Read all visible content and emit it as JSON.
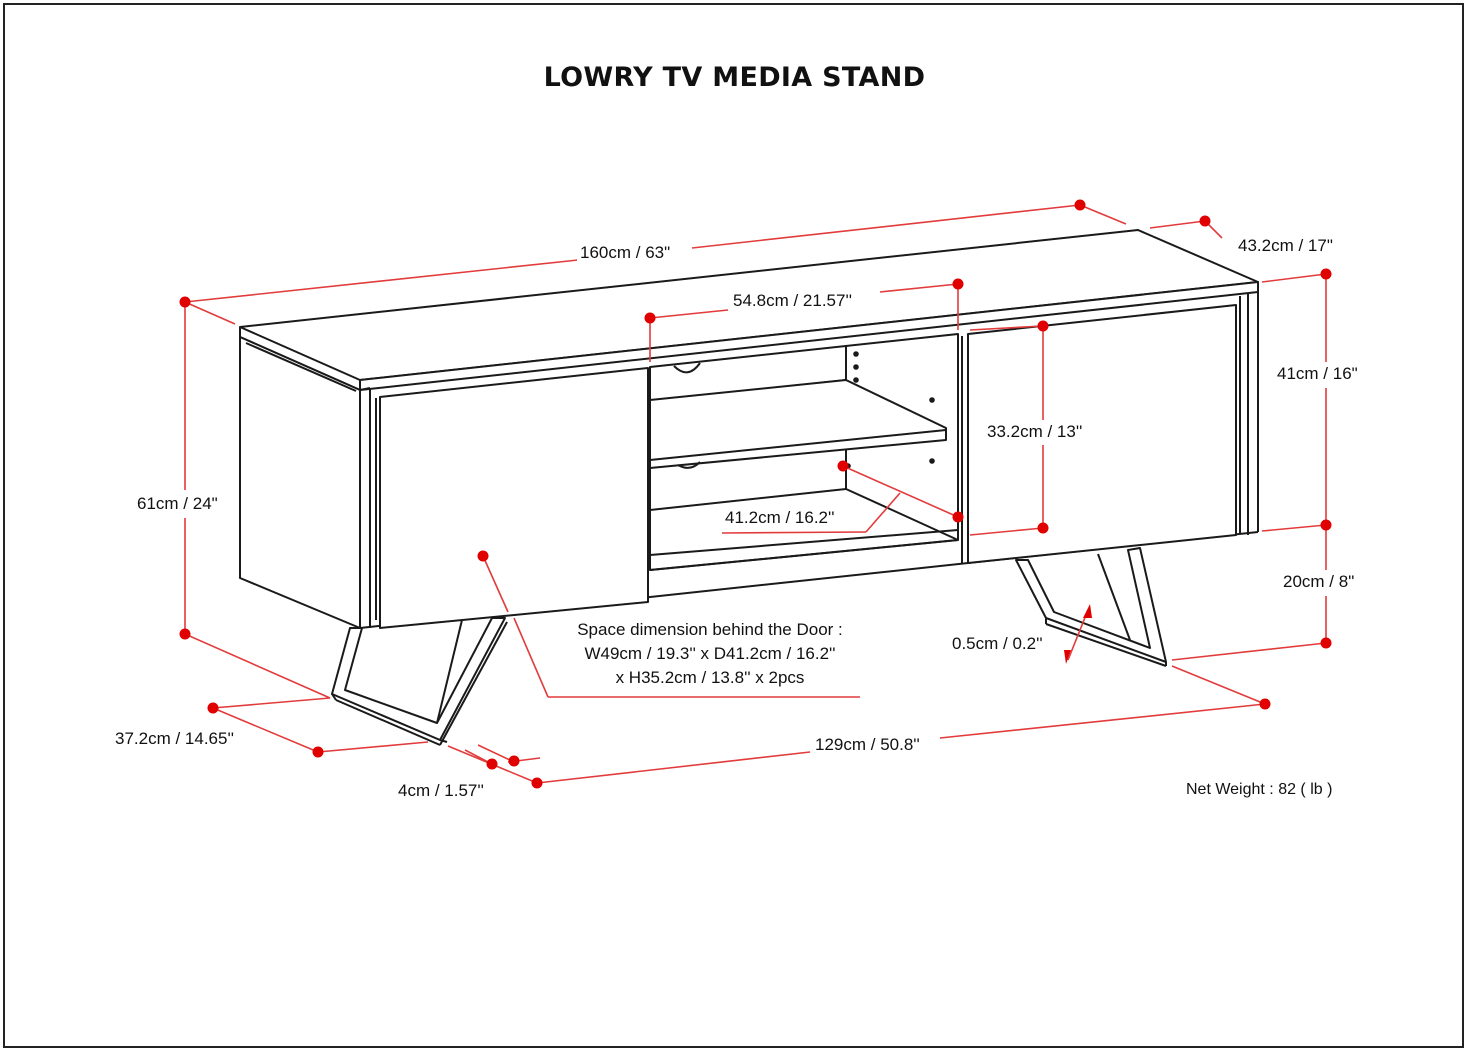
{
  "title": "LOWRY TV MEDIA STAND",
  "dimensions": {
    "width": "160cm / 63\"",
    "depth_top": "43.2cm / 17\"",
    "height_total": "61cm / 24\"",
    "opening_width": "54.8cm / 21.57''",
    "cabinet_height": "41cm / 16\"",
    "opening_height": "33.2cm / 13''",
    "opening_depth": "41.2cm / 16.2''",
    "leg_height": "20cm / 8\"",
    "leg_thickness": "0.5cm / 0.2''",
    "leg_depth": "37.2cm / 14.65''",
    "leg_span": "129cm / 50.8''",
    "leg_width": "4cm / 1.57''"
  },
  "door_space": {
    "line1": "Space dimension behind the Door :",
    "line2": "W49cm / 19.3'' x D41.2cm / 16.2''",
    "line3": "x H35.2cm / 13.8'' x 2pcs"
  },
  "net_weight": "Net Weight : 82 ( lb )",
  "colors": {
    "dimension_line": "#e23b3b",
    "dimension_dot": "#e00000",
    "outline": "#1a1a1a",
    "background": "#ffffff"
  }
}
